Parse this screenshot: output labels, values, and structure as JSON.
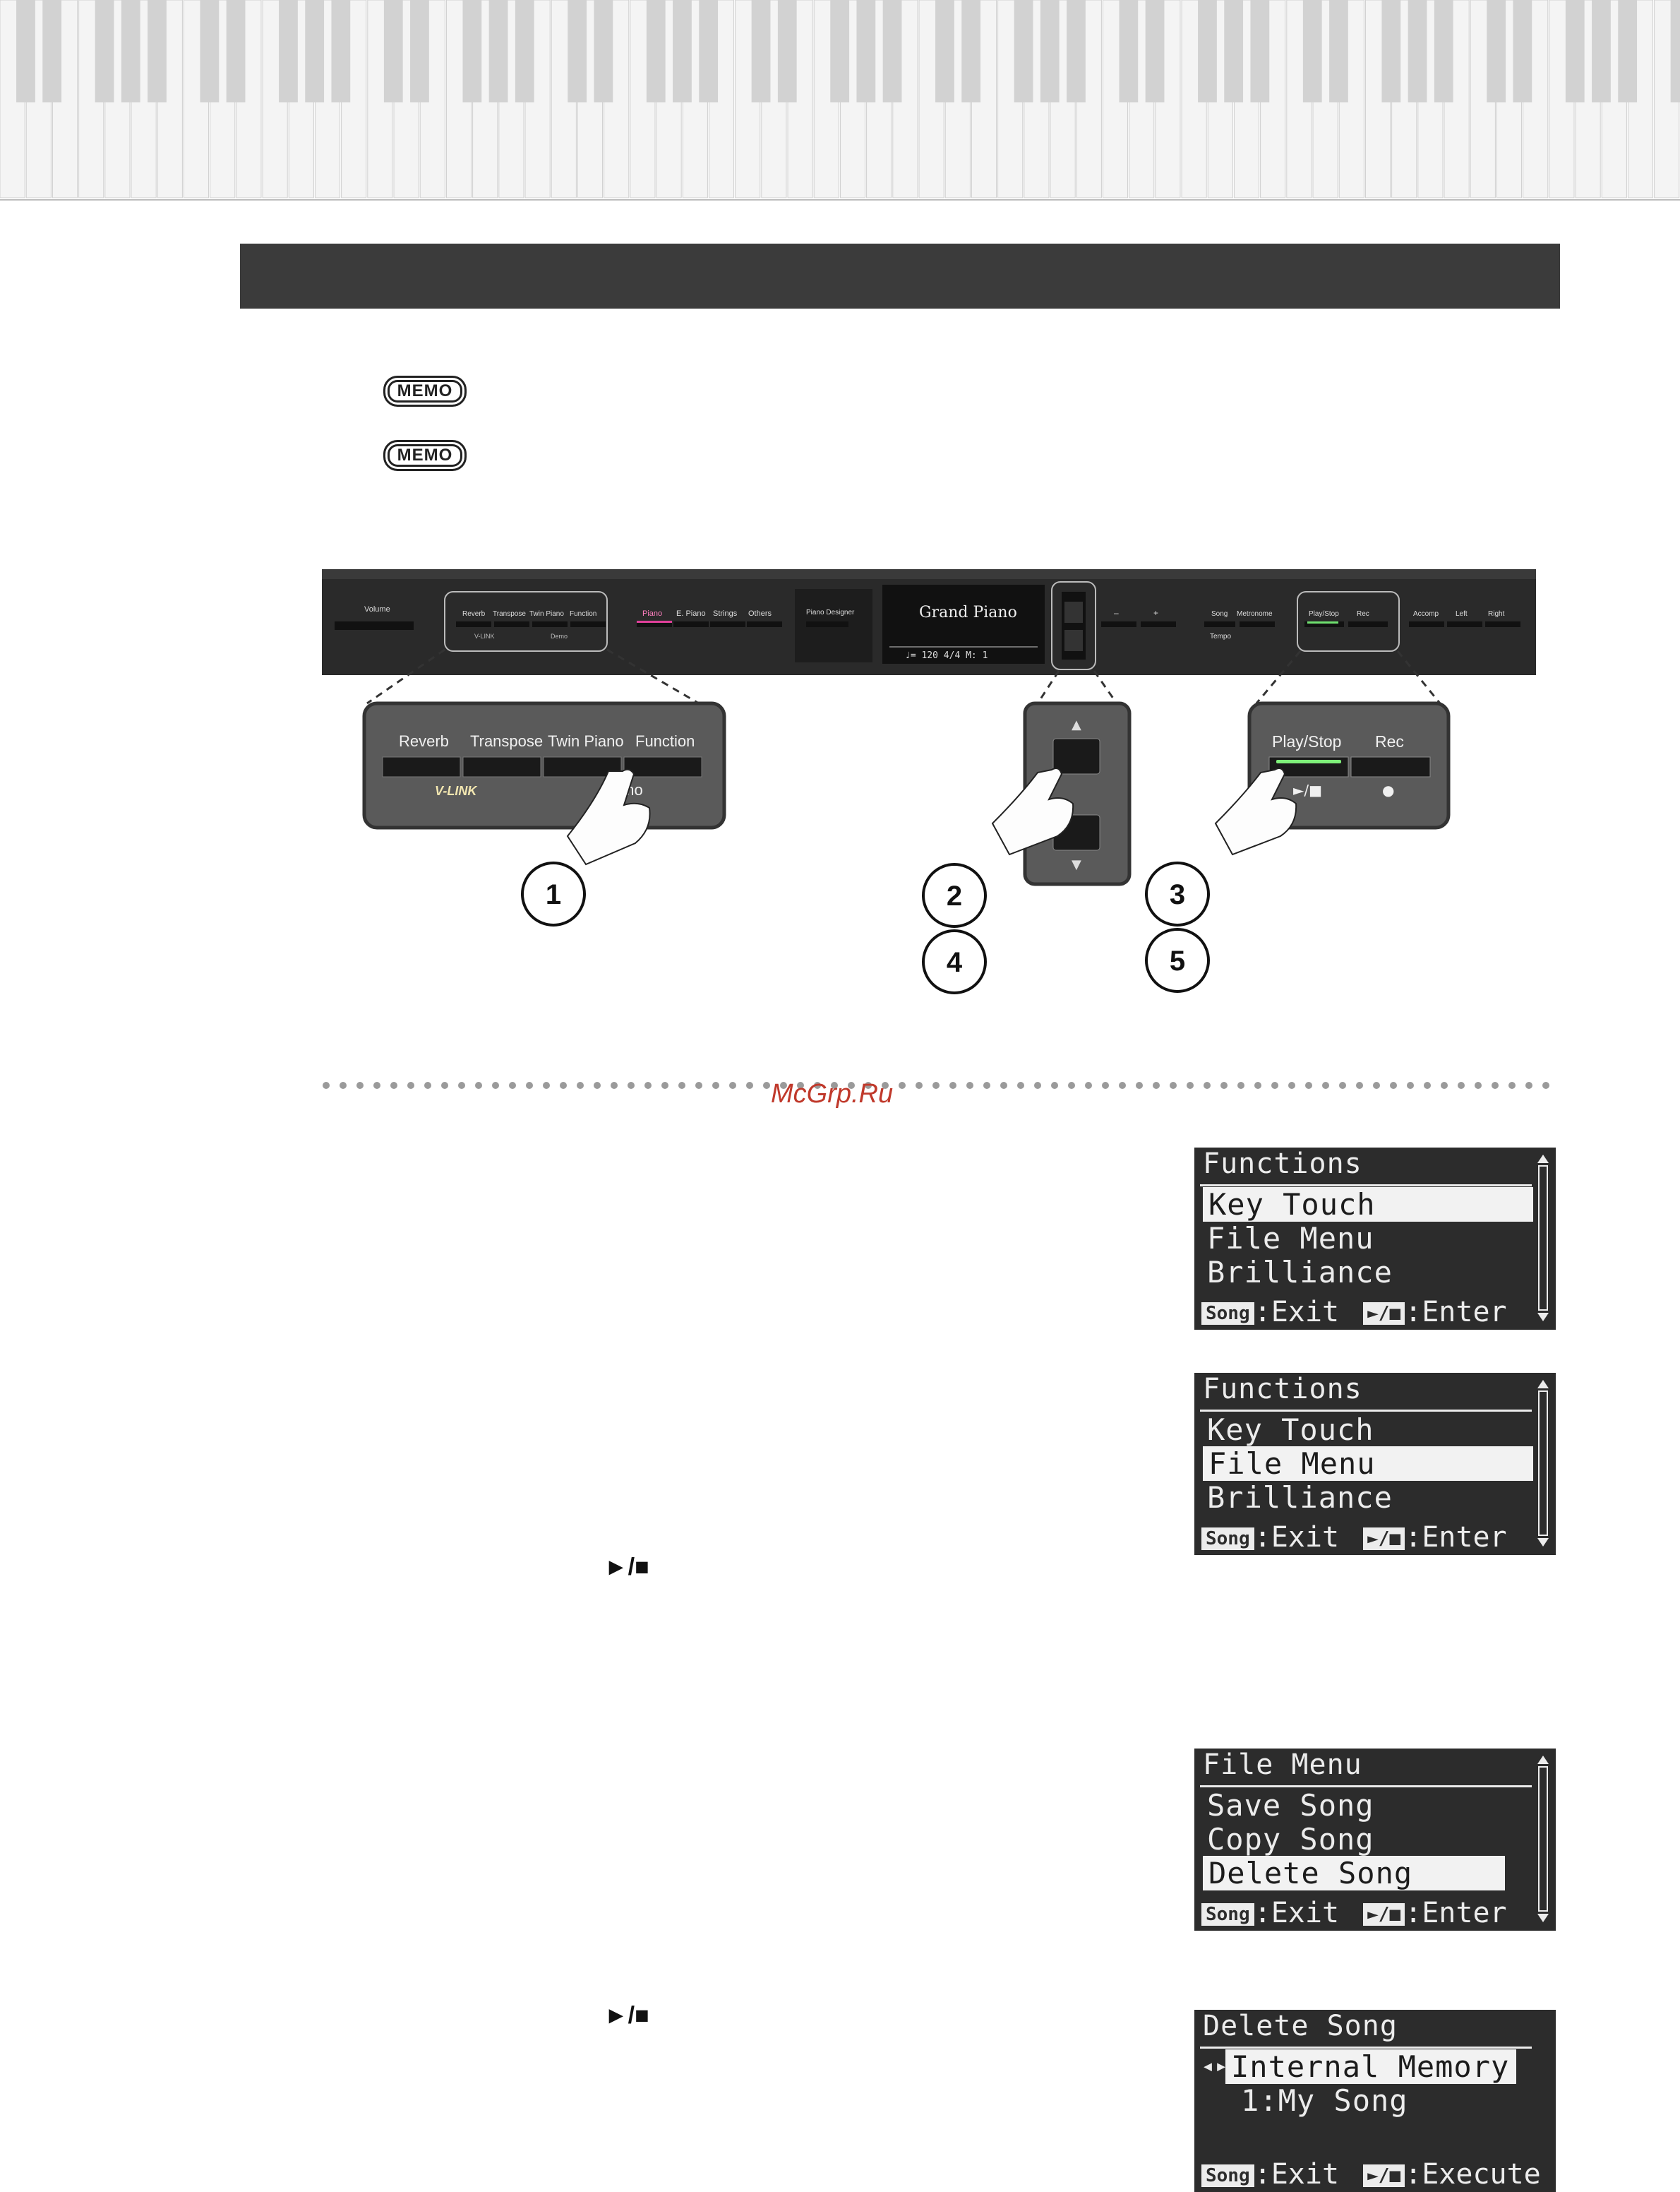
{
  "memo_label": "MEMO",
  "panel": {
    "volume": "Volume",
    "small_buttons": [
      "Reverb",
      "Transpose",
      "Twin Piano",
      "Function"
    ],
    "vlink": "V-LINK",
    "demo": "Demo",
    "tones": [
      "Piano",
      "E. Piano",
      "Strings",
      "Others"
    ],
    "piano_designer": "Piano Designer",
    "display_tone": "Grand Piano",
    "display_status": "♩= 120      4/4   M:   1",
    "minus": "–",
    "plus": "+",
    "song": "Song",
    "metronome": "Metronome",
    "tempo": "Tempo",
    "playstop_small": "Play/Stop",
    "rec_small": "Rec",
    "accomp": "Accomp",
    "left": "Left",
    "right": "Right"
  },
  "zoom_left": {
    "labels": [
      "Reverb",
      "Transpose",
      "Twin Piano",
      "Function"
    ],
    "vlink": "V-LINK",
    "demo": "Demo"
  },
  "zoom_right": {
    "play": "Play/Stop",
    "rec": "Rec",
    "play_symbol": "►/■",
    "rec_symbol": "●"
  },
  "steps": [
    "1",
    "2",
    "3",
    "4",
    "5"
  ],
  "watermark": "McGrp.Ru",
  "play_stop_symbol": "►/■",
  "screens": [
    {
      "title": "Functions",
      "items": [
        "Key Touch",
        "File Menu",
        "Brilliance"
      ],
      "selected": 0,
      "foot_chip1": "Song",
      "foot_text1": ":Exit",
      "foot_chip2": "►/■",
      "foot_text2": ":Enter"
    },
    {
      "title": "Functions",
      "items": [
        "Key Touch",
        "File Menu",
        "Brilliance"
      ],
      "selected": 1,
      "foot_chip1": "Song",
      "foot_text1": ":Exit",
      "foot_chip2": "►/■",
      "foot_text2": ":Enter"
    },
    {
      "title": "File Menu",
      "items": [
        "Save Song",
        "Copy Song",
        "Delete Song"
      ],
      "selected": 2,
      "foot_chip1": "Song",
      "foot_text1": ":Exit",
      "foot_chip2": "►/■",
      "foot_text2": ":Enter"
    },
    {
      "title": "Delete Song",
      "items": [
        "Internal Memory",
        "1:My Song"
      ],
      "selected": 0,
      "arrows": "◂▸",
      "foot_chip1": "Song",
      "foot_text1": ":Exit",
      "foot_chip2": "►/■",
      "foot_text2": ":Execute"
    }
  ]
}
